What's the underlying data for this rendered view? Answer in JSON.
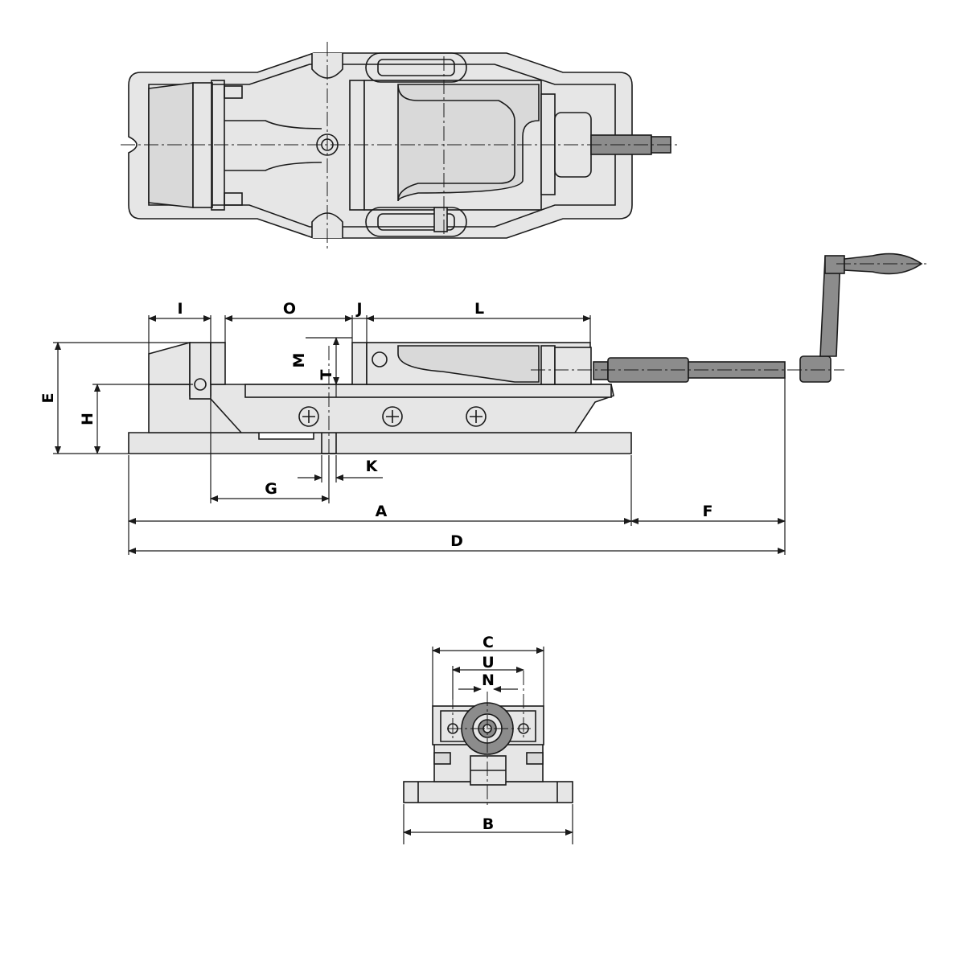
{
  "dimension_labels": {
    "I": "I",
    "O": "O",
    "J": "J",
    "L": "L",
    "M": "M",
    "T": "T",
    "E": "E",
    "H": "H",
    "G": "G",
    "K": "K",
    "A": "A",
    "F": "F",
    "D": "D",
    "C": "C",
    "U": "U",
    "N": "N",
    "B": "B"
  },
  "colors": {
    "line": "#1a1a1a",
    "body_fill": "#d9d9d9",
    "light_fill": "#e6e6e6",
    "dark_fill": "#8c8c8c",
    "background": "#ffffff"
  }
}
